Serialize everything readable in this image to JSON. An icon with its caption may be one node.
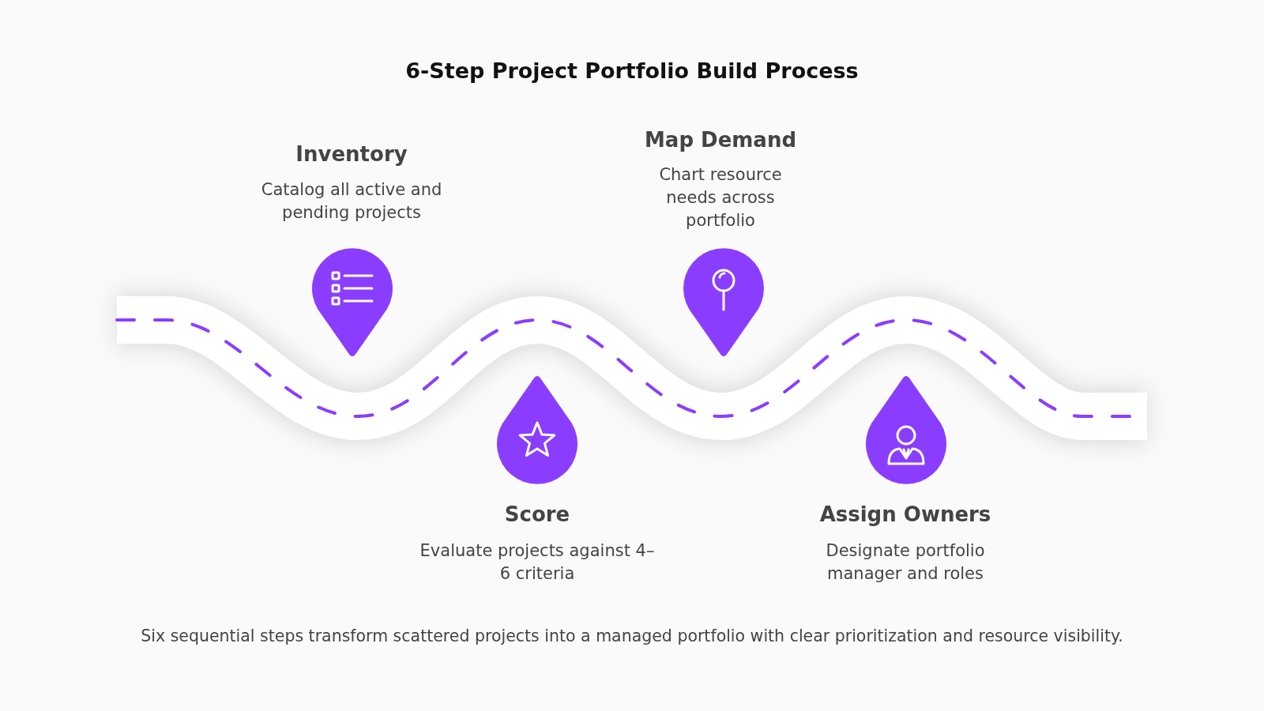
{
  "diagram": {
    "title": "6-Step Project Portfolio Build Process",
    "caption": "Six sequential steps transform scattered projects into a managed portfolio with clear prioritization and resource visibility.",
    "labels": [
      "Inventory",
      "Catalog all active and pending projects",
      "Score",
      "Evaluate projects against 4–6 criteria",
      "Map Demand",
      "Chart resource needs across portfolio",
      "Assign Owners",
      "Designate portfolio manager and roles"
    ]
  }
}
